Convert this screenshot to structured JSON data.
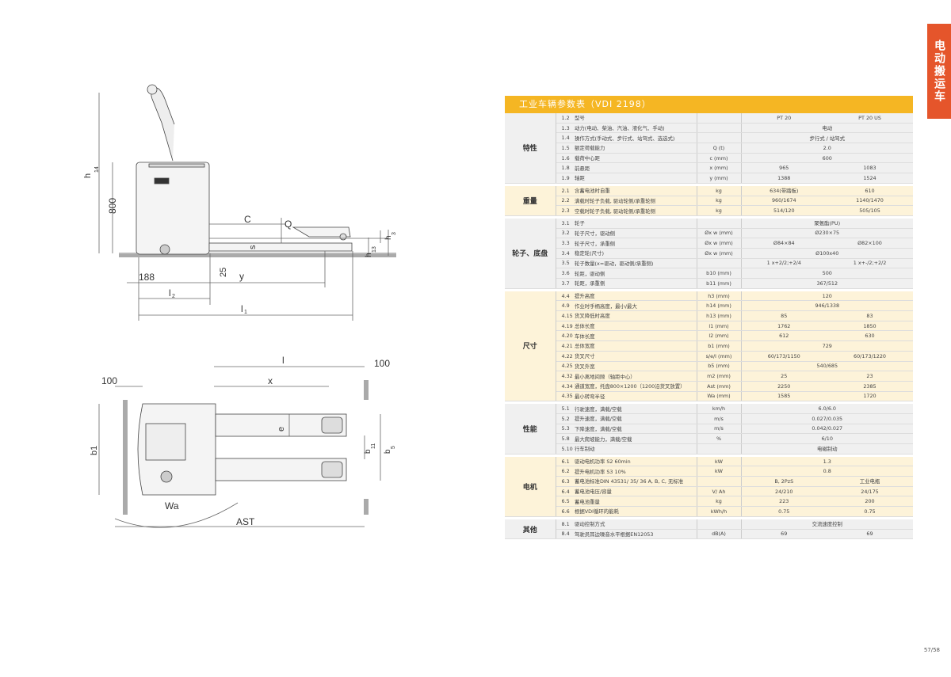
{
  "side_tab": "电动搬运车",
  "page_number": "57/58",
  "drawing": {
    "side_labels": {
      "h14": "h",
      "h14_sub": "14",
      "v800": "800",
      "C": "C",
      "Q": "Q",
      "s": "s",
      "h3": "h",
      "h3_sub": "3",
      "h13": "h",
      "h13_sub": "13",
      "d188": "188",
      "d25": "25",
      "y": "y",
      "l2": "l",
      "l2_sub": "2",
      "l1": "l",
      "l1_sub": "1"
    },
    "top_labels": {
      "l": "l",
      "d100r": "100",
      "d100l": "100",
      "x": "x",
      "e": "e",
      "b1": "b1",
      "b11": "b",
      "b11_sub": "11",
      "b5": "b",
      "b5_sub": "5",
      "Wa": "Wa",
      "AST": "AST"
    }
  },
  "spec": {
    "title": "工业车辆参数表（VDI 2198）",
    "groups": [
      {
        "category": "特性",
        "band": "g",
        "rows": [
          {
            "num": "1.2",
            "name": "型号",
            "unit": "",
            "v1": "PT 20",
            "v2": "PT 20 US"
          },
          {
            "num": "1.3",
            "name": "动力(电动、柴油、汽油、液化气、手动)",
            "unit": "",
            "merged": "电动"
          },
          {
            "num": "1.4",
            "name": "操作方式(手动式、步行式、站驾式、选选式)",
            "unit": "",
            "merged": "步行式 / 站驾式"
          },
          {
            "num": "1.5",
            "name": "额定荷载能力",
            "unit": "Q (t)",
            "merged": "2.0"
          },
          {
            "num": "1.6",
            "name": "载荷中心距",
            "unit": "c (mm)",
            "merged": "600"
          },
          {
            "num": "1.8",
            "name": "前悬距",
            "unit": "x (mm)",
            "v1": "965",
            "v2": "1083"
          },
          {
            "num": "1.9",
            "name": "轴距",
            "unit": "y (mm)",
            "v1": "1388",
            "v2": "1524"
          }
        ]
      },
      {
        "category": "重量",
        "band": "y",
        "rows": [
          {
            "num": "2.1",
            "name": "含蓄电池时自重",
            "unit": "kg",
            "v1": "634(带踏板)",
            "v2": "610"
          },
          {
            "num": "2.2",
            "name": "满载时轮子负载, 驱动轮侧/承重轮侧",
            "unit": "kg",
            "v1": "960/1674",
            "v2": "1140/1470"
          },
          {
            "num": "2.3",
            "name": "空载时轮子负载, 驱动轮侧/承重轮侧",
            "unit": "kg",
            "v1": "514/120",
            "v2": "505/105"
          }
        ]
      },
      {
        "category": "轮子、底盘",
        "band": "g",
        "rows": [
          {
            "num": "3.1",
            "name": "轮子",
            "unit": "",
            "merged": "聚氨酯(PU)"
          },
          {
            "num": "3.2",
            "name": "轮子尺寸，驱动侧",
            "unit": "Øx w (mm)",
            "merged": "Ø230×75"
          },
          {
            "num": "3.3",
            "name": "轮子尺寸，承重侧",
            "unit": "Øx w (mm)",
            "v1": "Ø84×84",
            "v2": "Ø82×100"
          },
          {
            "num": "3.4",
            "name": "稳定轮(尺寸)",
            "unit": "Øx w (mm)",
            "merged": "Ø100x40"
          },
          {
            "num": "3.5",
            "name": "轮子数量(x=驱动，驱动侧/承重侧)",
            "unit": "",
            "v1": "1 x+2/2;+2/4",
            "v2": "1 x+-/2;+2/2"
          },
          {
            "num": "3.6",
            "name": "轮距，驱动侧",
            "unit": "b10 (mm)",
            "merged": "500"
          },
          {
            "num": "3.7",
            "name": "轮距，承重侧",
            "unit": "b11 (mm)",
            "merged": "367/512"
          }
        ]
      },
      {
        "category": "尺寸",
        "band": "y",
        "rows": [
          {
            "num": "4.4",
            "name": "提升高度",
            "unit": "h3 (mm)",
            "merged": "120"
          },
          {
            "num": "4.9",
            "name": "作业时手柄高度，最小/最大",
            "unit": "h14 (mm)",
            "merged": "946/1338"
          },
          {
            "num": "4.15",
            "name": "货叉降低时高度",
            "unit": "h13 (mm)",
            "v1": "85",
            "v2": "83"
          },
          {
            "num": "4.19",
            "name": "总体长度",
            "unit": "l1 (mm)",
            "v1": "1762",
            "v2": "1850"
          },
          {
            "num": "4.20",
            "name": "车体长度",
            "unit": "l2 (mm)",
            "v1": "612",
            "v2": "630"
          },
          {
            "num": "4.21",
            "name": "总体宽度",
            "unit": "b1 (mm)",
            "merged": "729"
          },
          {
            "num": "4.22",
            "name": "货叉尺寸",
            "unit": "s/e/l (mm)",
            "v1": "60/173/1150",
            "v2": "60/173/1220"
          },
          {
            "num": "4.25",
            "name": "货叉外宽",
            "unit": "b5 (mm)",
            "merged": "540/685"
          },
          {
            "num": "4.32",
            "name": "最小离地间隙（轴距中心）",
            "unit": "m2 (mm)",
            "v1": "25",
            "v2": "23"
          },
          {
            "num": "4.34",
            "name": "通道宽度，托盘800×1200（1200沿货叉放置）",
            "unit": "Ast (mm)",
            "v1": "2250",
            "v2": "2385"
          },
          {
            "num": "4.35",
            "name": "最小转弯半径",
            "unit": "Wa (mm)",
            "v1": "1585",
            "v2": "1720"
          }
        ]
      },
      {
        "category": "性能",
        "band": "g",
        "rows": [
          {
            "num": "5.1",
            "name": "行驶速度，满载/空载",
            "unit": "km/h",
            "merged": "6.0/6.0"
          },
          {
            "num": "5.2",
            "name": "提升速度，满载/空载",
            "unit": "m/s",
            "merged": "0.027/0.035"
          },
          {
            "num": "5.3",
            "name": "下降速度，满载/空载",
            "unit": "m/s",
            "merged": "0.042/0.027"
          },
          {
            "num": "5.8",
            "name": "最大爬坡能力，满载/空载",
            "unit": "%",
            "merged": "6/10"
          },
          {
            "num": "5.10",
            "name": "行车制动",
            "unit": "",
            "merged": "电磁制动"
          }
        ]
      },
      {
        "category": "电机",
        "band": "y",
        "rows": [
          {
            "num": "6.1",
            "name": "驱动电机功率 S2 60min",
            "unit": "kW",
            "merged": "1.3"
          },
          {
            "num": "6.2",
            "name": "提升电机功率 S3 10%",
            "unit": "kW",
            "merged": "0.8"
          },
          {
            "num": "6.3",
            "name": "蓄电池标准DIN 43531/ 35/ 36 A, B, C, 无标准",
            "unit": "",
            "v1": "B, 2PzS",
            "v2": "工业电瓶"
          },
          {
            "num": "6.4",
            "name": "蓄电池电压/容量",
            "unit": "V/ Ah",
            "v1": "24/210",
            "v2": "24/175"
          },
          {
            "num": "6.5",
            "name": "蓄电池重量",
            "unit": "kg",
            "v1": "223",
            "v2": "200"
          },
          {
            "num": "6.6",
            "name": "根据VDI循环的能耗",
            "unit": "kWh/h",
            "v1": "0.75",
            "v2": "0.75"
          }
        ]
      },
      {
        "category": "其他",
        "band": "g",
        "rows": [
          {
            "num": "8.1",
            "name": "驱动控制方式",
            "unit": "",
            "merged": "交流速度控制"
          },
          {
            "num": "8.4",
            "name": "驾驶员耳边噪音水平根据EN12053",
            "unit": "dB(A)",
            "v1": "69",
            "v2": "69"
          }
        ]
      }
    ]
  }
}
